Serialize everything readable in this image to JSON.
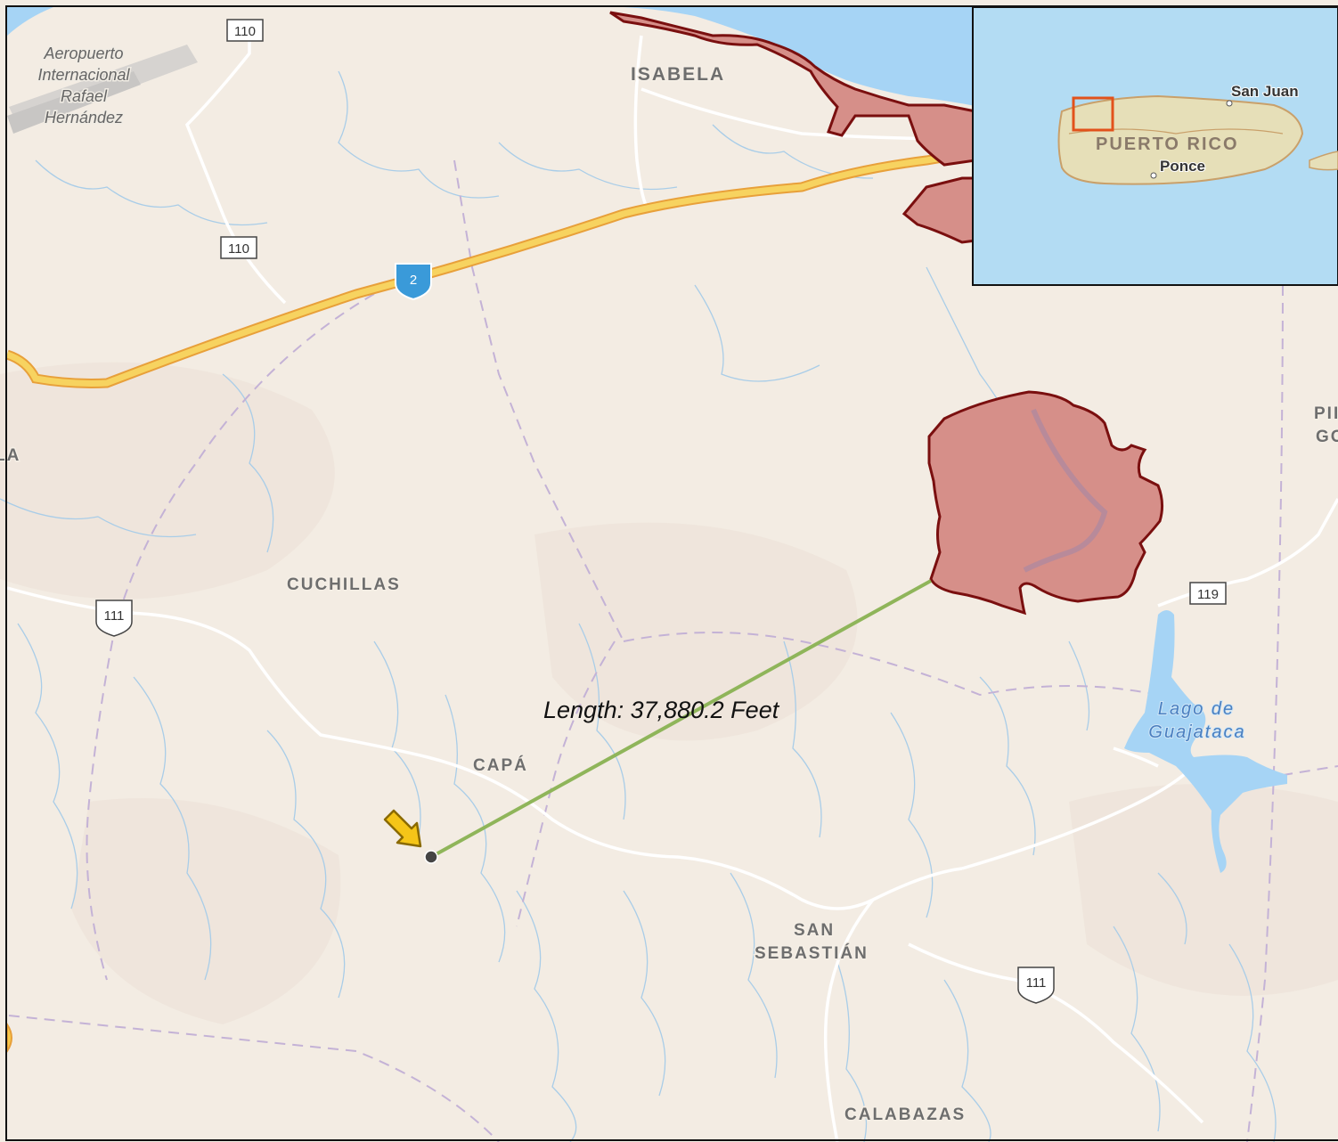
{
  "colors": {
    "land": "#f3ece3",
    "water": "#a6d4f5",
    "highway": "#f7c948",
    "highway_casing": "#e8a03a",
    "burn_fill": "#d68f89",
    "burn_stroke": "#7a0f0f",
    "measure_line": "#8fb55a",
    "inset_frame": "#e2521b"
  },
  "places": {
    "isabela": "ISABELA",
    "cuchillas": "CUCHILLAS",
    "capa": "CAPÁ",
    "san_sebastian_1": "SAN",
    "san_sebastian_2": "SEBASTIÁN",
    "calabazas": "CALABAZAS",
    "edge_left": "LA",
    "edge_right_1": "PII",
    "edge_right_2": "GO"
  },
  "airport": {
    "line1": "Aeropuerto",
    "line2": "Internacional",
    "line3": "Rafael",
    "line4": "Hernández"
  },
  "water_label": {
    "line1": "Lago de",
    "line2": "Guajataca"
  },
  "shields": {
    "pr110_top": "110",
    "pr110_mid": "110",
    "pr2": "2",
    "pr111_left": "111",
    "pr111_right": "111",
    "pr119": "119"
  },
  "measurement": {
    "label": "Length: 37,880.2 Feet",
    "length_feet": 37880.2
  },
  "inset": {
    "city1": "San Juan",
    "city2": "Ponce",
    "island": "PUERTO RICO"
  },
  "icons": [
    "location-arrow-icon",
    "measure-endpoint"
  ]
}
